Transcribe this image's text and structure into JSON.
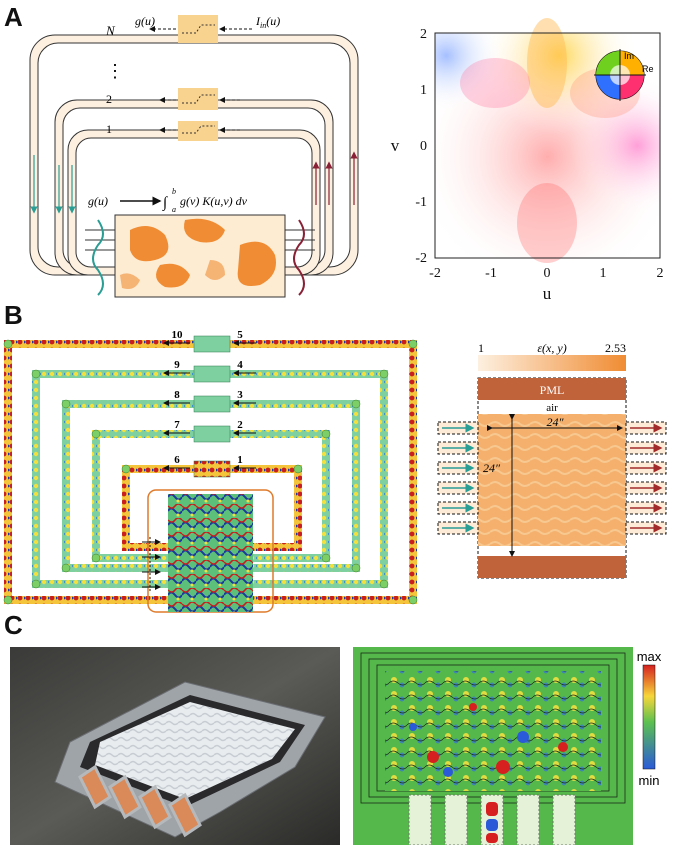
{
  "panels": {
    "a": {
      "letter": "A",
      "loop_labels": {
        "top": "N",
        "mid": "2",
        "low": "1",
        "dots": "⋮"
      },
      "g_u_top": "g(u)",
      "i_in": "I",
      "i_in_sub": "in",
      "i_in_arg": "(u)",
      "kernel_g": "g(u)",
      "kernel_integral": "∫",
      "kernel_lower": "a",
      "kernel_upper": "b",
      "kernel_expr": "g(v) K(u,v) dv"
    },
    "a_heatmap": {
      "xlabel": "u",
      "ylabel": "v",
      "xticks": [
        "-2",
        "-1",
        "0",
        "1",
        "2"
      ],
      "yticks": [
        "2",
        "1",
        "0",
        "-1",
        "-2"
      ],
      "colorwheel_im": "Im",
      "colorwheel_re": "Re"
    },
    "b": {
      "letter": "B",
      "port_left": [
        "10",
        "9",
        "8",
        "7",
        "6"
      ],
      "port_right": [
        "5",
        "4",
        "3",
        "2",
        "1"
      ]
    },
    "b_right": {
      "colorbar_min": "1",
      "colorbar_label": "ε(x, y)",
      "colorbar_max": "2.53",
      "pml": "PML",
      "air": "air",
      "width": "24″",
      "height": "24″"
    },
    "c": {
      "letter": "C",
      "colorbar_max": "max",
      "colorbar_min": "min"
    }
  },
  "colors": {
    "waveguide_fill": "#fdf0e0",
    "block": "#f8d28f",
    "blob": "#f08c33",
    "teal": "#2a9d95",
    "maroon": "#8a2035",
    "pml": "#c0633a"
  }
}
